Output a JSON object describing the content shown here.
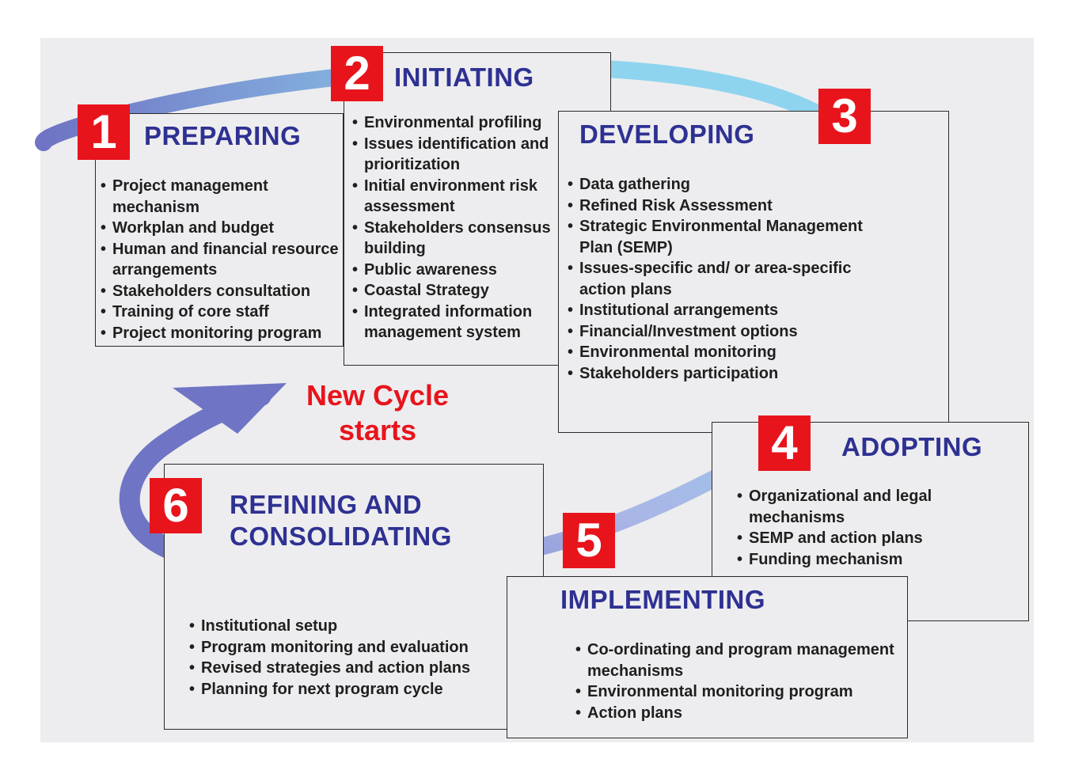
{
  "colors": {
    "background": "#ededef",
    "number_badge": "#e8141c",
    "title_text": "#2e3192",
    "new_cycle_text": "#e8141c",
    "arrow_light": "#8fd4ee",
    "arrow_dark": "#6f74c4"
  },
  "stages": [
    {
      "number": "1",
      "title": "PREPARING",
      "items": [
        "Project management mechanism",
        "Workplan and budget",
        "Human and financial resource arrangements",
        "Stakeholders consultation",
        "Training of core staff",
        "Project monitoring program"
      ]
    },
    {
      "number": "2",
      "title": "INITIATING",
      "items": [
        "Environmental profiling",
        "Issues identification and prioritization",
        "Initial environment risk assessment",
        "Stakeholders consensus building",
        "Public awareness",
        "Coastal Strategy",
        "Integrated information management system"
      ]
    },
    {
      "number": "3",
      "title": "DEVELOPING",
      "items": [
        "Data gathering",
        "Refined Risk Assessment",
        "Strategic Environmental Management Plan (SEMP)",
        "Issues-specific and/ or area-specific action plans",
        "Institutional arrangements",
        "Financial/Investment options",
        "Environmental monitoring",
        "Stakeholders participation"
      ]
    },
    {
      "number": "4",
      "title": "ADOPTING",
      "items": [
        "Organizational and legal mechanisms",
        "SEMP and action plans",
        "Funding mechanism"
      ]
    },
    {
      "number": "5",
      "title": "IMPLEMENTING",
      "items": [
        "Co-ordinating and program management mechanisms",
        "Environmental monitoring program",
        "Action plans"
      ]
    },
    {
      "number": "6",
      "title_line1": "REFINING AND",
      "title_line2": "CONSOLIDATING",
      "items": [
        "Institutional setup",
        "Program monitoring and evaluation",
        "Revised strategies and action plans",
        "Planning for next program cycle"
      ]
    }
  ],
  "new_cycle": {
    "line1": "New Cycle",
    "line2": "starts"
  }
}
